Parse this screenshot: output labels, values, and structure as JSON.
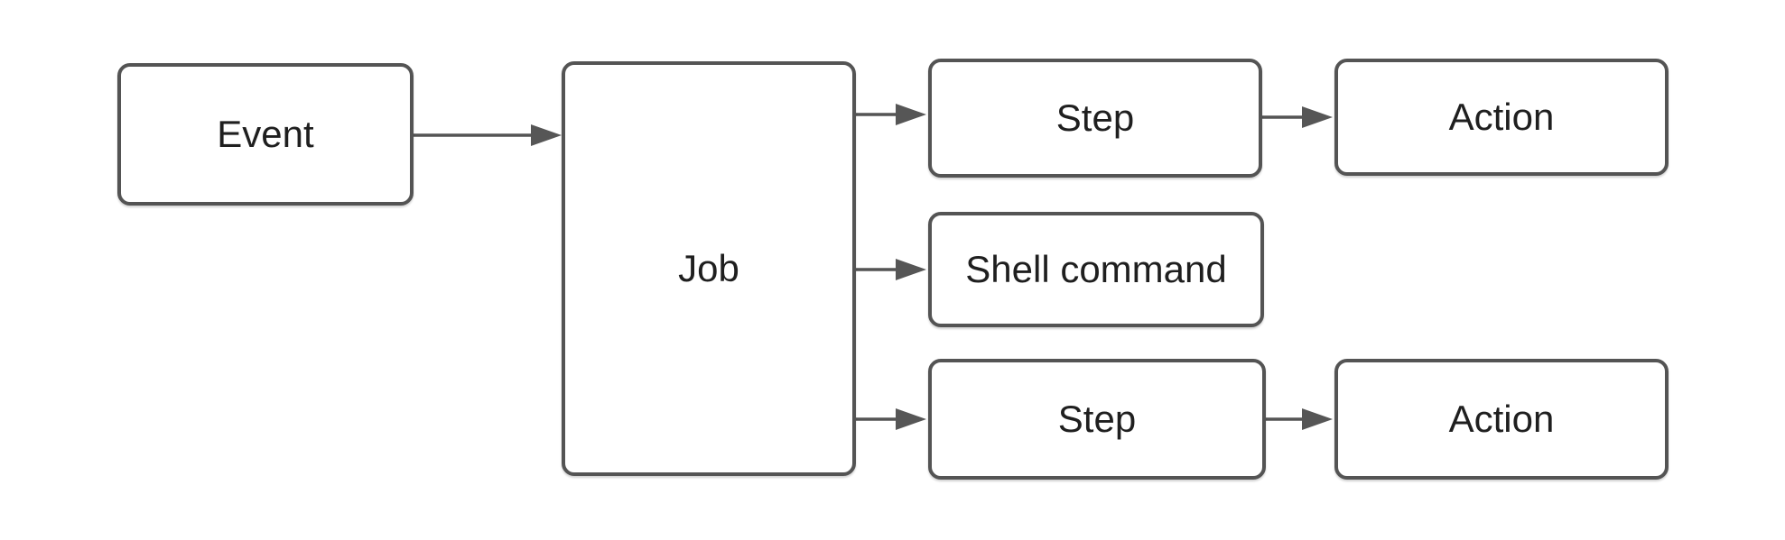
{
  "diagram": {
    "type": "flowchart",
    "background_color": "#ffffff",
    "node_fill_color": "#ffffff",
    "stroke_color": "#545454",
    "text_color": "#1f1f1f",
    "nodes": [
      {
        "id": "event",
        "label": "Event"
      },
      {
        "id": "job",
        "label": "Job"
      },
      {
        "id": "step-top",
        "label": "Step"
      },
      {
        "id": "action-top",
        "label": "Action"
      },
      {
        "id": "shell-command",
        "label": "Shell command"
      },
      {
        "id": "step-bottom",
        "label": "Step"
      },
      {
        "id": "action-bottom",
        "label": "Action"
      }
    ],
    "edges": [
      {
        "from": "event",
        "to": "job"
      },
      {
        "from": "job",
        "to": "step-top"
      },
      {
        "from": "job",
        "to": "shell-command"
      },
      {
        "from": "job",
        "to": "step-bottom"
      },
      {
        "from": "step-top",
        "to": "action-top"
      },
      {
        "from": "step-bottom",
        "to": "action-bottom"
      }
    ]
  }
}
